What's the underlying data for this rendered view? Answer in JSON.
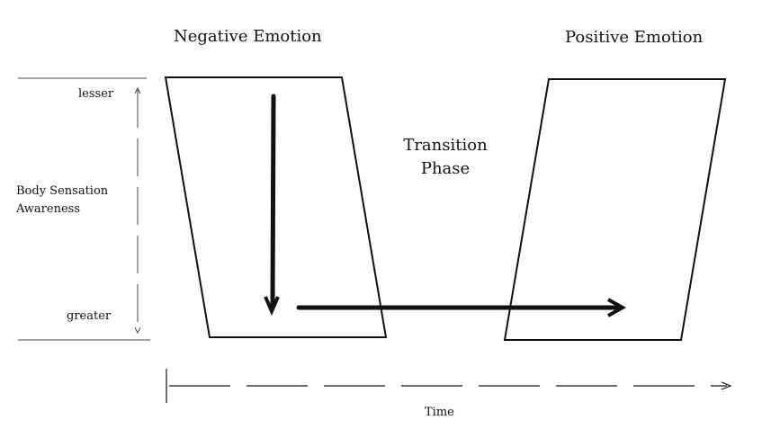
{
  "labels": {
    "negative_emotion": "Negative Emotion",
    "positive_emotion": "Positive Emotion",
    "transition_line1": "Transition",
    "transition_line2": "Phase",
    "lesser": "lesser",
    "greater": "greater",
    "axis_line1": "Body Sensation",
    "axis_line2": "Awareness",
    "time": "Time"
  },
  "colors": {
    "stroke": "#111111",
    "background": "#ffffff"
  }
}
